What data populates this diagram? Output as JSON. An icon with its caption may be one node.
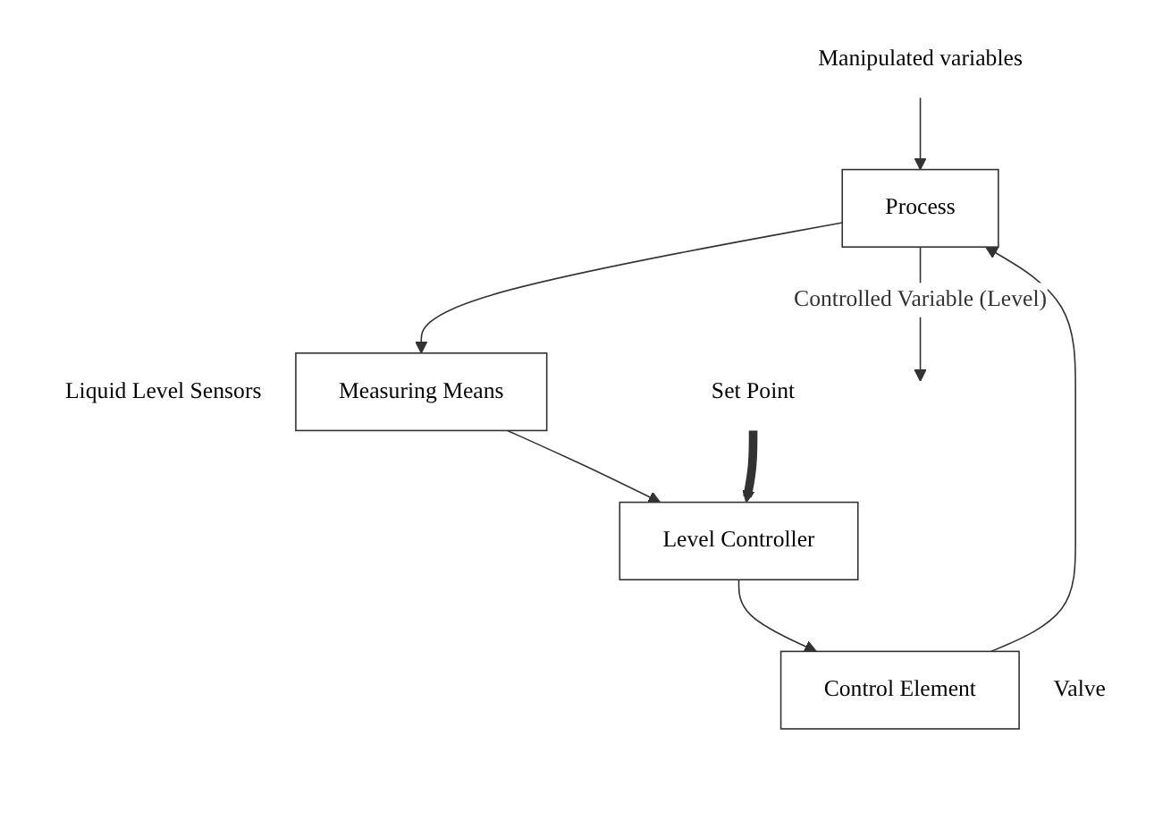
{
  "diagram": {
    "nodes": [
      {
        "text": [
          "Process"
        ]
      },
      {
        "text": [
          "Control Element"
        ],
        "beside": [
          "Valve"
        ]
      },
      {
        "text": [
          "Measuring Means"
        ],
        "beside": [
          "Liquid Level Sensors"
        ]
      },
      {
        "text": [
          "Level Controller"
        ]
      },
      {
        "text": [
          "Manipulated variables"
        ]
      },
      {
        "text": [
          "Set Point"
        ]
      }
    ],
    "edges": [
      {
        "from": 4,
        "to": 0,
        "arrow": "to"
      },
      {
        "from": 1,
        "to": 0,
        "arrow": "to"
      },
      {
        "from": 0,
        "to": null,
        "arrow": "to",
        "label": "Controlled Variable (Level)"
      },
      {
        "from": 0,
        "to": 2,
        "arrow": "to"
      },
      {
        "from": 2,
        "to": 3,
        "arrow": "to"
      },
      {
        "from": 3,
        "to": 1,
        "arrow": "to"
      },
      {
        "from": 5,
        "to": 3,
        "arrow": "to",
        "style": "thick"
      }
    ]
  }
}
